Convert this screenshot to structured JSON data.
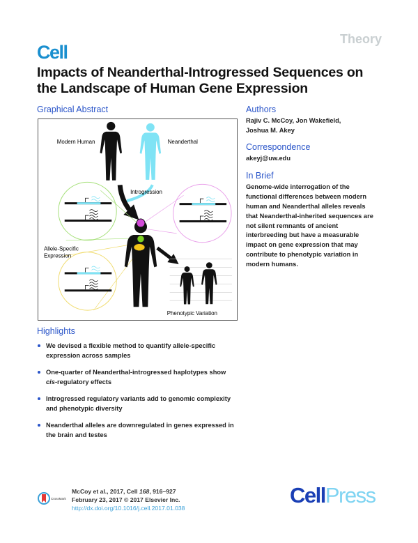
{
  "header": {
    "section": "Theory",
    "journal_logo": "Cell"
  },
  "title": "Impacts of Neanderthal-Introgressed Sequences on the Landscape of Human Gene Expression",
  "graphical_abstract": {
    "label": "Graphical Abstract",
    "modern_human": "Modern Human",
    "neanderthal": "Neanderthal",
    "introgression": "Introgression",
    "ase_line1": "Allele-Specific",
    "ase_line2": "Expression",
    "phenotypic": "Phenotypic Variation",
    "colors": {
      "neanderthal": "#7fe3f5",
      "brain": "#d24ad8",
      "heart": "#7ed321",
      "liver": "#f5c518"
    }
  },
  "authors": {
    "label": "Authors",
    "line1": "Rajiv C. McCoy, Jon Wakefield,",
    "line2": "Joshua M. Akey"
  },
  "correspondence": {
    "label": "Correspondence",
    "email": "akeyj@uw.edu"
  },
  "in_brief": {
    "label": "In Brief",
    "lines": [
      "Genome-wide interrogation of the",
      "functional differences between modern",
      "human and Neanderthal alleles reveals",
      "that Neanderthal-inherited sequences are",
      "not silent remnants of ancient",
      "interbreeding but have a measurable",
      "impact on gene expression that may",
      "contribute to phenotypic variation in",
      "modern humans."
    ]
  },
  "highlights": {
    "label": "Highlights",
    "items": [
      {
        "a": "We devised a flexible method to quantify allele-specific",
        "b": "expression across samples"
      },
      {
        "a": "One-quarter of Neanderthal-introgressed haplotypes show",
        "b_em": "cis",
        "b": "-regulatory effects"
      },
      {
        "a": "Introgressed regulatory variants add to genomic complexity",
        "b": "and phenotypic diversity"
      },
      {
        "a": "Neanderthal alleles are downregulated in genes expressed in",
        "b": "the brain and testes"
      }
    ]
  },
  "footer": {
    "citation": "McCoy et al., 2017, Cell ",
    "volume": "168",
    "pages": ", 916–927",
    "date": "February 23, 2017 © 2017 Elsevier Inc.",
    "doi": "http://dx.doi.org/10.1016/j.cell.2017.01.038",
    "crossmark": "CrossMark",
    "publisher_a": "Cell",
    "publisher_b": "Press"
  }
}
